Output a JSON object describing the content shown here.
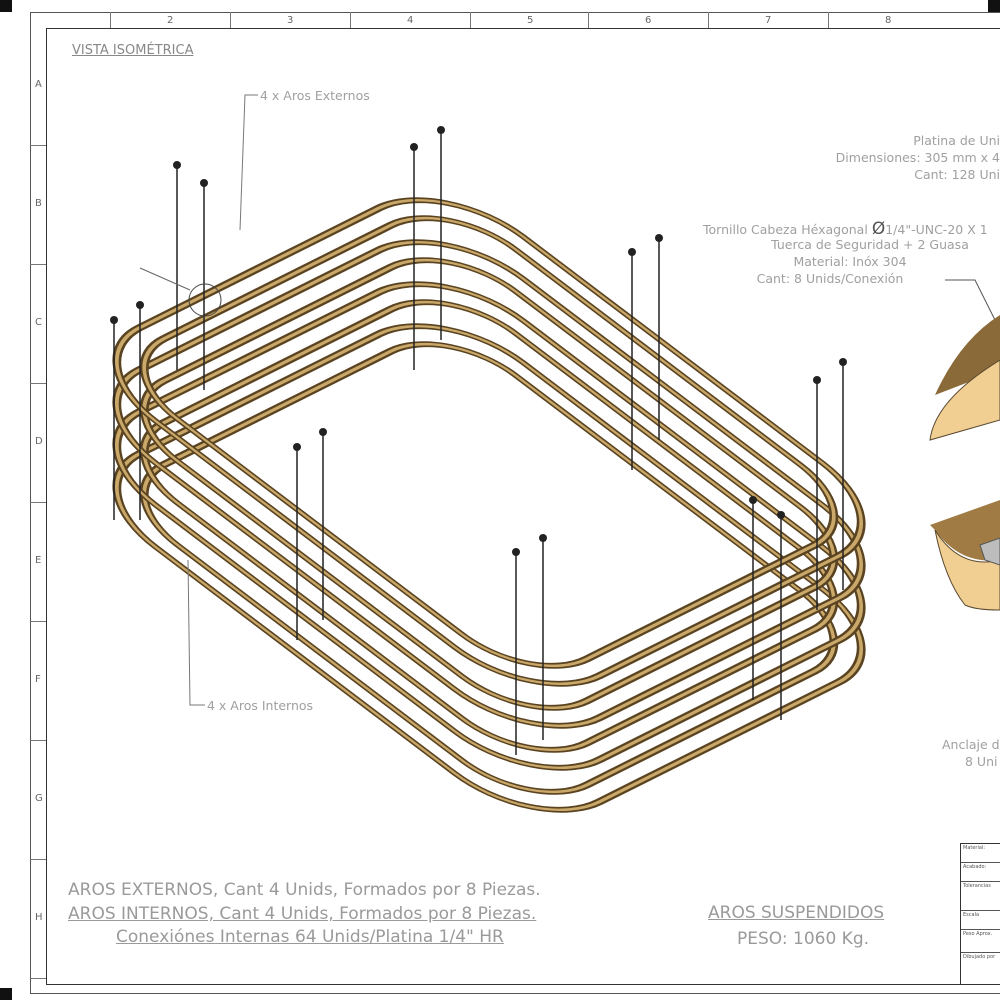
{
  "title_view": "VISTA ISOMÉTRICA",
  "zones": {
    "columns": [
      "2",
      "3",
      "4",
      "5",
      "6",
      "7",
      "8"
    ],
    "rows": [
      "A",
      "B",
      "C",
      "D",
      "E",
      "F",
      "G",
      "H"
    ]
  },
  "callouts": {
    "aros_externos": "4 x Aros Externos",
    "aros_internos": "4 x Aros Internos",
    "platina": [
      "Platina de Uni",
      "Dimensiones: 305 mm x 4",
      "Cant: 128 Uni"
    ],
    "tornillo": [
      "Tornillo Cabeza Héxagonal",
      "Ø",
      "1/4\"-UNC-20 X 1",
      "Tuerca de Seguridad + 2 Guasa",
      "Material: Inóx 304",
      "Cant: 8 Unids/Conexión"
    ],
    "anclaje": [
      "Anclaje d",
      "8 Uni"
    ]
  },
  "notes": {
    "line1": "AROS EXTERNOS, Cant 4 Unids, Formados por 8 Piezas.",
    "line2": "AROS INTERNOS, Cant 4 Unids, Formados por 8 Piezas.",
    "line3": "Conexiónes Internas 64 Unids/Platina 1/4\" HR"
  },
  "part": {
    "name": "AROS SUSPENDIDOS",
    "weight": "PESO: 1060 Kg."
  },
  "title_block": [
    "Material:",
    "Acabado:",
    "Tolerancias",
    "Escala",
    "Peso Aprox.",
    "Dibujado por"
  ],
  "colors": {
    "ring_dark": "#5a4320",
    "ring_light": "#c9a86a",
    "plate_light": "#f1cf92",
    "plate_dark": "#a07c44"
  }
}
